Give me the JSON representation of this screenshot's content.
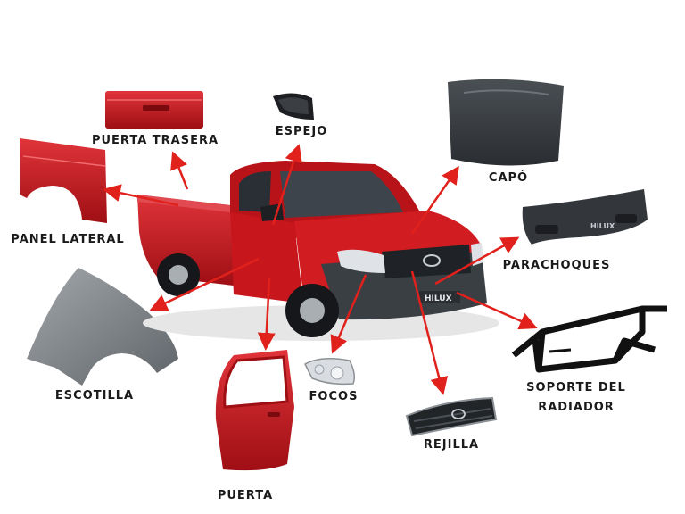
{
  "labels": {
    "puerta_trasera": "PUERTA TRASERA",
    "espejo": "ESPEJO",
    "capo": "CAPÓ",
    "panel_lateral": "PANEL LATERAL",
    "parachoques": "PARACHOQUES",
    "escotilla": "ESCOTILLA",
    "soporte_line1": "SOPORTE DEL",
    "soporte_line2": "RADIADOR",
    "focos": "FOCOS",
    "rejilla": "REJILLA",
    "puerta": "PUERTA"
  },
  "badge": "HILUX",
  "colors": {
    "body_red": "#c8161d",
    "dark_red": "#8e0b10",
    "arrow_red": "#e0211c",
    "panel_gray": "#7d8287",
    "bumper_dark": "#3a3f44",
    "black": "#111111"
  }
}
